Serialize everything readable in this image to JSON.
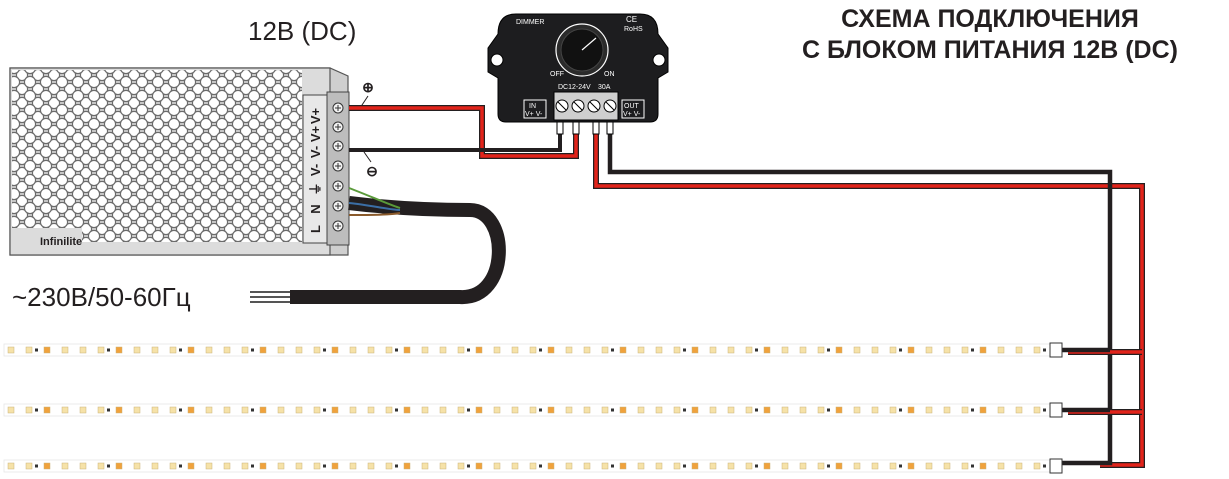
{
  "title": {
    "line1": "СХЕМА ПОДКЛЮЧЕНИЯ",
    "line2": "С БЛОКОМ ПИТАНИЯ 12В (DC)"
  },
  "psu": {
    "output_label": "12В (DC)",
    "input_label": "~230В/50-60Гц",
    "brand": "Infinilite",
    "terminals": [
      "V+",
      "V+",
      "V-",
      "V-",
      "⏚",
      "N",
      "L"
    ],
    "plus_symbol": "⊕",
    "minus_symbol": "⊖"
  },
  "dimmer": {
    "name": "DIMMER",
    "ce": "CE",
    "rohs": "RoHS",
    "off_label": "OFF",
    "on_label": "ON",
    "spec_voltage": "DC12-24V",
    "spec_current": "30A",
    "in_label": "IN",
    "out_label": "OUT",
    "in_pins": "V+ V-",
    "out_pins": "V+ V-",
    "knob_level": 0.55
  },
  "strips": {
    "count": 3
  },
  "colors": {
    "wire_positive": "#e2231a",
    "wire_negative": "#231f20",
    "psu_body": "#d8d8d8",
    "dimmer_body": "#1d1d1f"
  }
}
